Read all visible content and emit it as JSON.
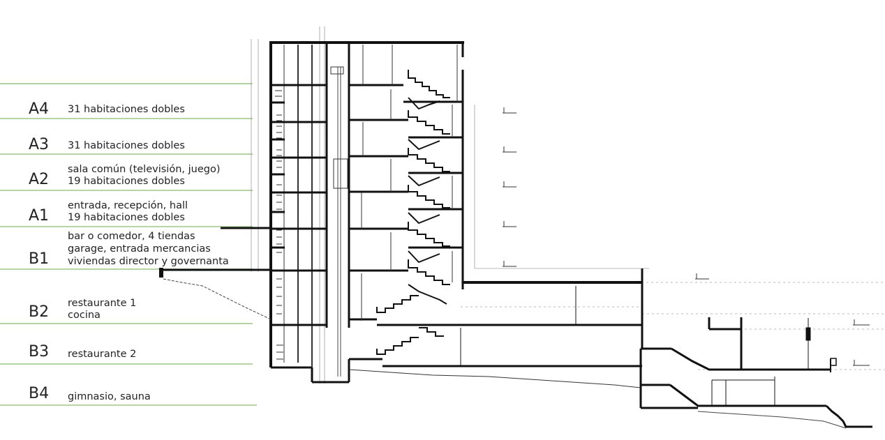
{
  "levels": [
    {
      "code": "A4",
      "lines": [
        "31 habitaciones dobles"
      ]
    },
    {
      "code": "A3",
      "lines": [
        "31 habitaciones dobles"
      ]
    },
    {
      "code": "A2",
      "lines": [
        "sala común (televisión, juego)",
        "19 habitaciones dobles"
      ]
    },
    {
      "code": "A1",
      "lines": [
        "entrada, recepción, hall",
        "19 habitaciones dobles"
      ]
    },
    {
      "code": "B1",
      "lines": [
        "bar o comedor, 4 tiendas",
        "garage, entrada mercancias",
        "viviendas director y governanta"
      ]
    },
    {
      "code": "B2",
      "lines": [
        "restaurante 1",
        "cocina"
      ]
    },
    {
      "code": "B3",
      "lines": [
        "restaurante 2"
      ]
    },
    {
      "code": "B4",
      "lines": [
        "gimnasio, sauna"
      ]
    }
  ],
  "divider_color": "#b5d3a4"
}
